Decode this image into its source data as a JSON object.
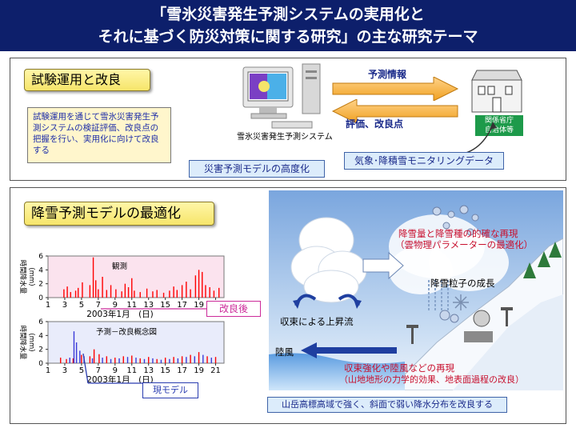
{
  "title": {
    "line1": "「雪氷災害発生予測システムの実用化と",
    "line2": "それに基づく防災対策に関する研究」の主な研究テーマ"
  },
  "section1": {
    "heading": "試験運用と改良",
    "note": "試験運用を通じて雪氷災害発生予測システムの検証評価、改良点の把握を行い、実用化に向けて改良する",
    "computer_label": "雪氷災害発生予測システム",
    "arrow_forecast": "予測情報",
    "arrow_evaluation": "評価、改良点",
    "agency_label_1": "関係省庁",
    "agency_label_2": "自治体等",
    "model_box": "災害予測モデルの高度化",
    "monitoring_box": "気象･降積雪モニタリングデータ"
  },
  "section2": {
    "heading": "降雪予測モデルの最適化",
    "improved_box": "改良後",
    "current_box": "現モデル",
    "bottom_box": "山岳高標高域で強く、斜面で弱い降水分布を改良する",
    "diagram": {
      "precip_label": "降雪量と降雪種の的確な再現",
      "precip_sub": "（雲物理パラメーターの最適化）",
      "growth": "降雪粒子の成長",
      "updraft": "収束による上昇流",
      "land_breeze": "陸風",
      "convergence": "収束強化や陸風などの再現",
      "convergence_sub": "（山地地形の力学的効果、地表面過程の改良）"
    }
  },
  "chart_data": [
    {
      "type": "bar",
      "title": "観測",
      "ylabel": "時間降水量\n(mm)",
      "xlabel": "2003年1月　(日)",
      "x_ticks": [
        "1",
        "3",
        "5",
        "7",
        "9",
        "11",
        "13",
        "15",
        "17",
        "19",
        "21"
      ],
      "ylim": [
        0,
        6
      ],
      "y_ticks": [
        "0",
        "2",
        "4",
        "6"
      ],
      "xlim": [
        1,
        22
      ],
      "series": [
        {
          "color": "#ff0000",
          "values": [
            [
              2.9,
              1.2
            ],
            [
              3.3,
              1.6
            ],
            [
              3.7,
              0.8
            ],
            [
              4.3,
              1.0
            ],
            [
              4.6,
              1.4
            ],
            [
              5.1,
              2.2
            ],
            [
              6.0,
              1.8
            ],
            [
              6.4,
              5.8
            ],
            [
              6.7,
              2.5
            ],
            [
              7.0,
              1.2
            ],
            [
              7.5,
              3.0
            ],
            [
              8.0,
              1.1
            ],
            [
              8.5,
              1.8
            ],
            [
              9.1,
              1.2
            ],
            [
              9.8,
              0.9
            ],
            [
              10.2,
              2.0
            ],
            [
              10.6,
              1.5
            ],
            [
              11.0,
              2.8
            ],
            [
              11.3,
              1.0
            ],
            [
              12.0,
              0.8
            ],
            [
              12.8,
              1.3
            ],
            [
              13.5,
              0.9
            ],
            [
              14.0,
              1.1
            ],
            [
              14.8,
              0.7
            ],
            [
              15.5,
              1.0
            ],
            [
              16.0,
              1.6
            ],
            [
              16.4,
              1.1
            ],
            [
              17.0,
              1.8
            ],
            [
              17.5,
              2.3
            ],
            [
              18.0,
              1.2
            ],
            [
              18.6,
              3.2
            ],
            [
              19.0,
              4.0
            ],
            [
              19.4,
              3.7
            ],
            [
              19.8,
              1.8
            ],
            [
              20.3,
              1.5
            ],
            [
              20.8,
              1.0
            ],
            [
              21.4,
              1.4
            ]
          ]
        }
      ]
    },
    {
      "type": "bar",
      "title": "予測－改良概念図",
      "ylabel": "時間降水量\n(mm)",
      "xlabel": "2003年1月　(日)",
      "x_ticks": [
        "1",
        "3",
        "5",
        "7",
        "9",
        "11",
        "13",
        "15",
        "17",
        "19",
        "21"
      ],
      "ylim": [
        0,
        6
      ],
      "y_ticks": [
        "0",
        "2",
        "4",
        "6"
      ],
      "xlim": [
        1,
        22
      ],
      "series": [
        {
          "color": "#ff0000",
          "values": [
            [
              2.5,
              0.8
            ],
            [
              3.2,
              0.6
            ],
            [
              4.0,
              0.7
            ],
            [
              5.0,
              1.2
            ],
            [
              6.0,
              1.0
            ],
            [
              6.5,
              2.0
            ],
            [
              7.1,
              1.3
            ],
            [
              8.0,
              1.0
            ],
            [
              9.0,
              0.8
            ],
            [
              10.0,
              1.0
            ],
            [
              11.0,
              1.1
            ],
            [
              12.0,
              0.7
            ],
            [
              13.0,
              0.9
            ],
            [
              14.0,
              0.6
            ],
            [
              15.0,
              0.8
            ],
            [
              16.0,
              0.9
            ],
            [
              17.0,
              1.0
            ],
            [
              18.0,
              1.2
            ],
            [
              19.0,
              1.6
            ],
            [
              20.0,
              1.0
            ],
            [
              21.0,
              0.9
            ]
          ]
        },
        {
          "color": "#3a3ad8",
          "values": [
            [
              3.6,
              0.8
            ],
            [
              4.1,
              4.6
            ],
            [
              4.4,
              3.0
            ],
            [
              4.8,
              1.8
            ],
            [
              5.3,
              1.0
            ],
            [
              6.3,
              0.7
            ],
            [
              7.5,
              0.8
            ],
            [
              8.5,
              0.6
            ],
            [
              9.5,
              0.7
            ],
            [
              10.5,
              0.9
            ],
            [
              11.5,
              0.8
            ],
            [
              12.5,
              0.6
            ],
            [
              13.5,
              0.7
            ],
            [
              14.5,
              0.5
            ],
            [
              15.5,
              0.6
            ],
            [
              16.5,
              0.7
            ],
            [
              17.5,
              0.9
            ],
            [
              18.5,
              1.0
            ],
            [
              19.5,
              1.2
            ],
            [
              20.5,
              0.8
            ]
          ]
        }
      ]
    }
  ]
}
